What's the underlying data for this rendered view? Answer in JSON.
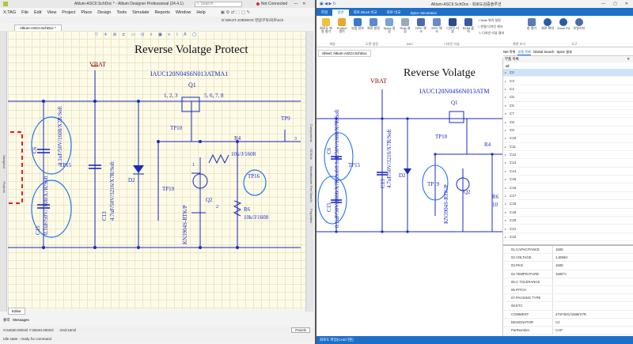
{
  "left": {
    "titlebar": {
      "app_title": "Altium-ASCII.SchDoc * - Altium Designer Professional (24.4.1)",
      "search_placeholder": "Search",
      "status": "Not Connected"
    },
    "menu": [
      "File",
      "Edit",
      "View",
      "Project",
      "Place",
      "Design",
      "Tools",
      "Simulate",
      "Reports",
      "Window",
      "Help"
    ],
    "menu_first": "X;TAG",
    "path": "D:\\WKST-JOB\\WOS 영업\\부탁\\회로\\Sch",
    "doc_tab": "Altium-ASCII.SchDoc *",
    "side_left": [
      "Navigator",
      "Projects"
    ],
    "side_right": [
      "Components",
      "SCHLib",
      "Manufacturer Part Search",
      "Properties"
    ],
    "schematic": {
      "title": "Reverse Volatge Protect",
      "vbat": "VBAT",
      "q1_part": "IAUC120N04S6N013ATMA1",
      "q1": "Q1",
      "q1_pins_left": "1, 2, 3",
      "q1_pins_right": "5, 6, 7, 8",
      "c6": "C6",
      "c6_val": "0.1uF/50V/1608/X7R/Soft",
      "c13": "C13",
      "c13_val": "4.7uF/50V/3216/X7R/Soft",
      "c15": "C15",
      "c15_val": "0.1uF/50V/1608/X7R/Soft",
      "tp9": "TP9",
      "tp10": "TP10",
      "tp15": "TP15",
      "tp16": "TP16",
      "tp19": "TP19",
      "r4": "R4",
      "r4_val": "10k/J/1608",
      "r6": "R6",
      "r6_val": "10k/J/1608",
      "d2": "D2",
      "q2": "Q2",
      "q2_part": "KN3904S-RTK/P",
      "net_3": "3",
      "net_2": "2",
      "net_1": "1"
    },
    "bottom_tabs": [
      "Editor"
    ],
    "panel_tabs": [
      "출력",
      "Messages"
    ],
    "coords": "X:64530.000mil Y:25040.000mil",
    "grid": "Grid:10mil",
    "idle": "Idle state - ready for command",
    "panels_btn": "Panels"
  },
  "right": {
    "titlebar": {
      "title": "Altium-ASCII.SchDoc - 회로도검증솔루션"
    },
    "ribbon_tabs": [
      "파일",
      "일반",
      "회로 Block 비교",
      "회로 비교",
      "Spice Simulation"
    ],
    "active_ribbon_tab": "일반",
    "ribbon_buttons": [
      {
        "label": "회로도 파일 열기"
      },
      {
        "label": "Project 열기"
      },
      {
        "label": "부품 정보"
      },
      {
        "label": "회로 설정"
      },
      {
        "label": "Spice 설정"
      },
      {
        "label": "Rule 설정"
      },
      {
        "label": "DRC 체크"
      },
      {
        "label": "ERC 체크"
      },
      {
        "label": "디자인 리뷰"
      },
      {
        "label": "BOM 출력"
      }
    ],
    "ribbon_side_links": [
      "+ Note 위치 설정",
      "□ 연결 디자인 체크",
      "↘ 디자인 리뷰 결과"
    ],
    "ribbon_right_buttons": [
      {
        "label": "창 열기"
      },
      {
        "label": "회로 확대"
      },
      {
        "label": "Zoom Fit"
      },
      {
        "label": "유틸리티"
      }
    ],
    "ribbon_groups": [
      "파일",
      "도면 설정",
      "DRC",
      "디자인 리뷰",
      "화면 보기",
      "도구"
    ],
    "doc_tab": "Sheet: Altium-ASCII.SchDoc",
    "schematic": {
      "title": "Reverse Volatge",
      "vbat": "VBAT",
      "q1_part": "IAUC120N04S6N013ATM",
      "q1": "Q1",
      "c6": "C6",
      "c6_val": "0.1uF/50V/1608/X7R/Soft",
      "c13": "C13",
      "c13_val": "4.7uF/50V/3216/X7R/Soft",
      "c15": "C15",
      "c15_val": "0.1uF/50V/1608/X7R/Soft",
      "tp10": "TP10",
      "tp15": "TP15",
      "tp19": "TP19",
      "r4": "R4",
      "r6": "R6",
      "r6_val": "10",
      "d2": "D2",
      "q2": "Q2",
      "q2_part": "KN3904S-RTK/P"
    },
    "panel_tabs": [
      "Net 목록",
      "부품 목록",
      "Global Search",
      "Spice 결과"
    ],
    "active_panel_tab": "부품 목록",
    "panel_title": "부품 목록",
    "tree_root": "all",
    "tree_items": [
      "C2",
      "C3",
      "C4",
      "C5",
      "C6",
      "C7",
      "C8",
      "C9",
      "C10",
      "C11",
      "C12",
      "C13",
      "C14",
      "C15",
      "C16",
      "C17",
      "C18",
      "C19",
      "C20",
      "C21",
      "C22"
    ],
    "selected_item": "C2",
    "properties": [
      {
        "name": "01.CAPACITANCE",
        "value": "1608"
      },
      {
        "name": "02.VOLTAGE",
        "value": "1.608kV"
      },
      {
        "name": "03.PKG",
        "value": "1608"
      },
      {
        "name": "04.TEMPRATURE",
        "value": "1608°C"
      },
      {
        "name": "05.C TOLERANCE",
        "value": ""
      },
      {
        "name": "06.PITCH",
        "value": ""
      },
      {
        "name": "07.PACKING TYPE",
        "value": ""
      },
      {
        "name": "08.ETC",
        "value": ""
      },
      {
        "name": "COMMENT",
        "value": "47nF/50V/1608/X7R"
      },
      {
        "name": "DESIGNATOR",
        "value": "C2"
      },
      {
        "name": "PartNumber",
        "value": "CAP"
      }
    ],
    "statusbar": "회로도 파일(CAD기준)"
  }
}
